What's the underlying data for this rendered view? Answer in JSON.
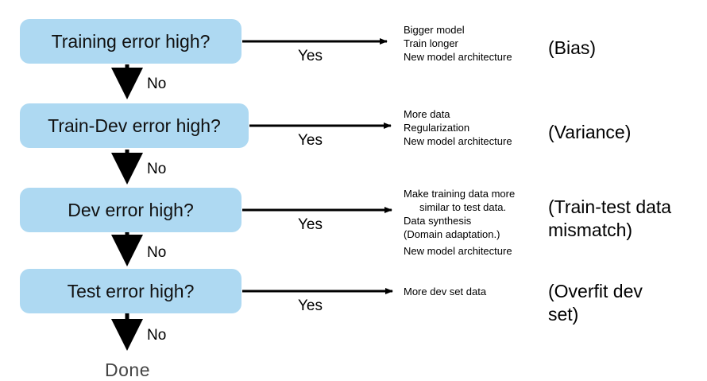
{
  "flowchart": {
    "steps": [
      {
        "question": "Training error high?",
        "yes_label": "Yes",
        "no_label": "No",
        "remedies": [
          "Bigger model",
          "Train longer",
          "New model architecture"
        ],
        "category": "(Bias)"
      },
      {
        "question": "Train-Dev error high?",
        "yes_label": "Yes",
        "no_label": "No",
        "remedies": [
          "More data",
          "Regularization",
          "New model architecture"
        ],
        "category": "(Variance)"
      },
      {
        "question": "Dev error high?",
        "yes_label": "Yes",
        "no_label": "No",
        "remedies": [
          "Make training data more",
          "similar to test data.",
          "Data synthesis",
          "(Domain adaptation.)",
          "New model architecture"
        ],
        "category_lines": [
          "(Train-test data",
          "mismatch)"
        ]
      },
      {
        "question": "Test error high?",
        "yes_label": "Yes",
        "no_label": "No",
        "remedies": [
          "More dev set data"
        ],
        "category_lines": [
          "(Overfit dev",
          "set)"
        ]
      }
    ],
    "end_label": "Done",
    "box_color": "#aed9f2",
    "arrow_color": "#000000"
  }
}
